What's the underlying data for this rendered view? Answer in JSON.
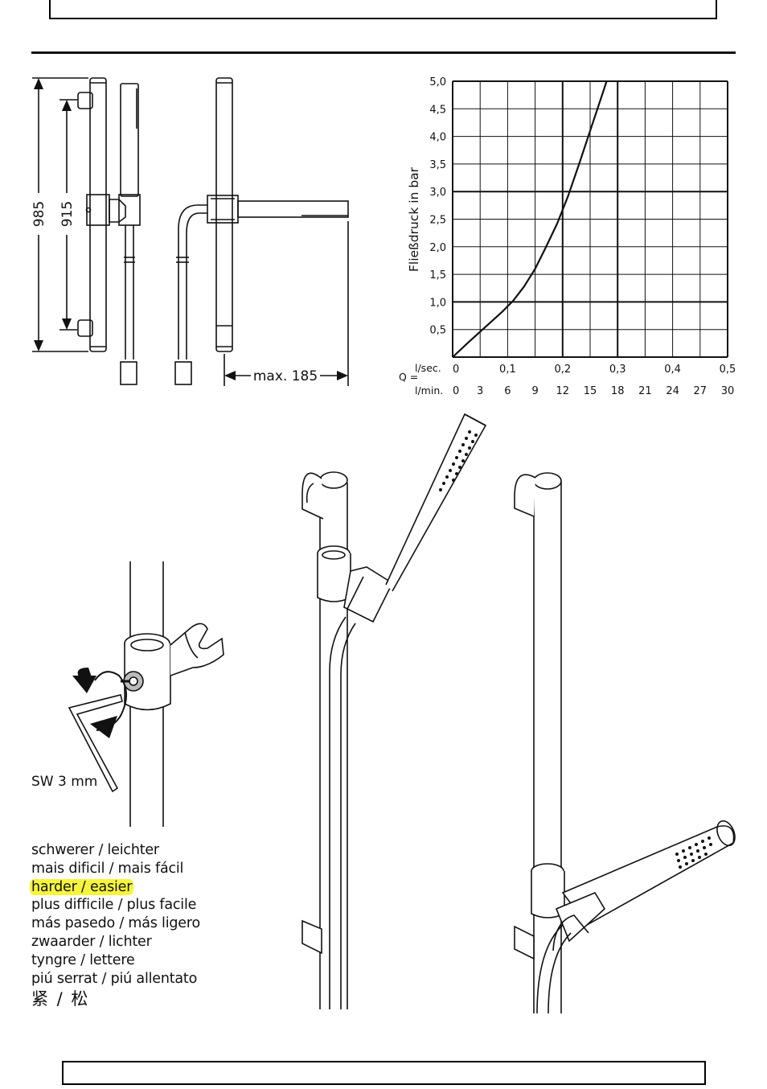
{
  "dimensions": {
    "overall_height": "985",
    "rail_height": "915",
    "max_depth": "max. 185"
  },
  "chart_data": {
    "type": "line",
    "ylabel": "Fließdruck in bar",
    "q_label": "Q =",
    "x_unit_sec": "l/sec.",
    "x_unit_min": "l/min.",
    "x_ticks_sec": [
      "0",
      "0,1",
      "0,2",
      "0,3",
      "0,4",
      "0,5"
    ],
    "x_ticks_min": [
      "0",
      "3",
      "6",
      "9",
      "12",
      "15",
      "18",
      "21",
      "24",
      "27",
      "30"
    ],
    "y_ticks": [
      "0,5",
      "1,0",
      "1,5",
      "2,0",
      "2,5",
      "3,0",
      "3,5",
      "4,0",
      "4,5",
      "5,0"
    ],
    "xlim": [
      0,
      0.5
    ],
    "ylim": [
      0,
      5.0
    ],
    "grid": true,
    "series": [
      {
        "x": [
          0,
          0.03,
          0.06,
          0.09,
          0.11,
          0.13,
          0.15,
          0.17,
          0.19,
          0.21,
          0.23,
          0.25,
          0.27,
          0.28
        ],
        "values": [
          0,
          0.28,
          0.55,
          0.82,
          1.02,
          1.28,
          1.6,
          2.0,
          2.42,
          2.92,
          3.5,
          4.1,
          4.7,
          5.0
        ]
      }
    ]
  },
  "tool": {
    "wrench_label": "SW 3 mm"
  },
  "adjustment_labels": [
    "schwerer / leichter",
    "mais dificil / mais fácil",
    "harder / easier",
    "plus difficile / plus facile",
    "más pasedo / más ligero",
    "zwaarder / lichter",
    "tyngre / lettere",
    "piú serrat / piú allentato",
    "紧 / 松"
  ],
  "highlight_color": "#f6f53b"
}
